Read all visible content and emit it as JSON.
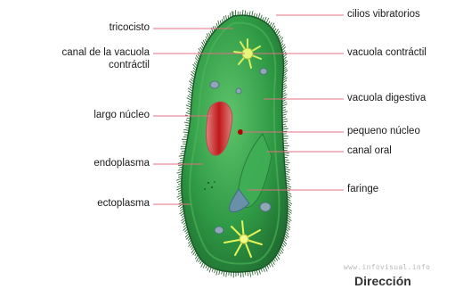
{
  "labels_left": [
    {
      "id": "tricocisto",
      "text": "tricocisto"
    },
    {
      "id": "canal-vacuola-1",
      "text": "canal de la vacuola"
    },
    {
      "id": "canal-vacuola-2",
      "text": "contráctil"
    },
    {
      "id": "largo-nucleo",
      "text": "largo núcleo"
    },
    {
      "id": "endoplasma",
      "text": "endoplasma"
    },
    {
      "id": "ectoplasma",
      "text": "ectoplasma"
    }
  ],
  "labels_right": [
    {
      "id": "cilios",
      "text": "cilios vibratorios"
    },
    {
      "id": "vacuola-contractil",
      "text": "vacuola contráctil"
    },
    {
      "id": "vacuola-digestiva",
      "text": "vacuola digestiva"
    },
    {
      "id": "pequeno-nucleo",
      "text": "pequeno núcleo"
    },
    {
      "id": "canal-oral",
      "text": "canal oral"
    },
    {
      "id": "faringe",
      "text": "faringe"
    }
  ],
  "watermark": "www.infovisual.info",
  "footer_partial": "Dirección",
  "colors": {
    "body_fill": "#2f9a45",
    "body_light": "#6fd07c",
    "body_edge": "#1f6a2f",
    "macronucleus": "#c01818",
    "macronucleus_rim": "#d86a6a",
    "micronucleus": "#b00000",
    "vacuole": "#8fa7b8",
    "contractile_star": "#d8f060",
    "leader_line": "#e07080"
  }
}
